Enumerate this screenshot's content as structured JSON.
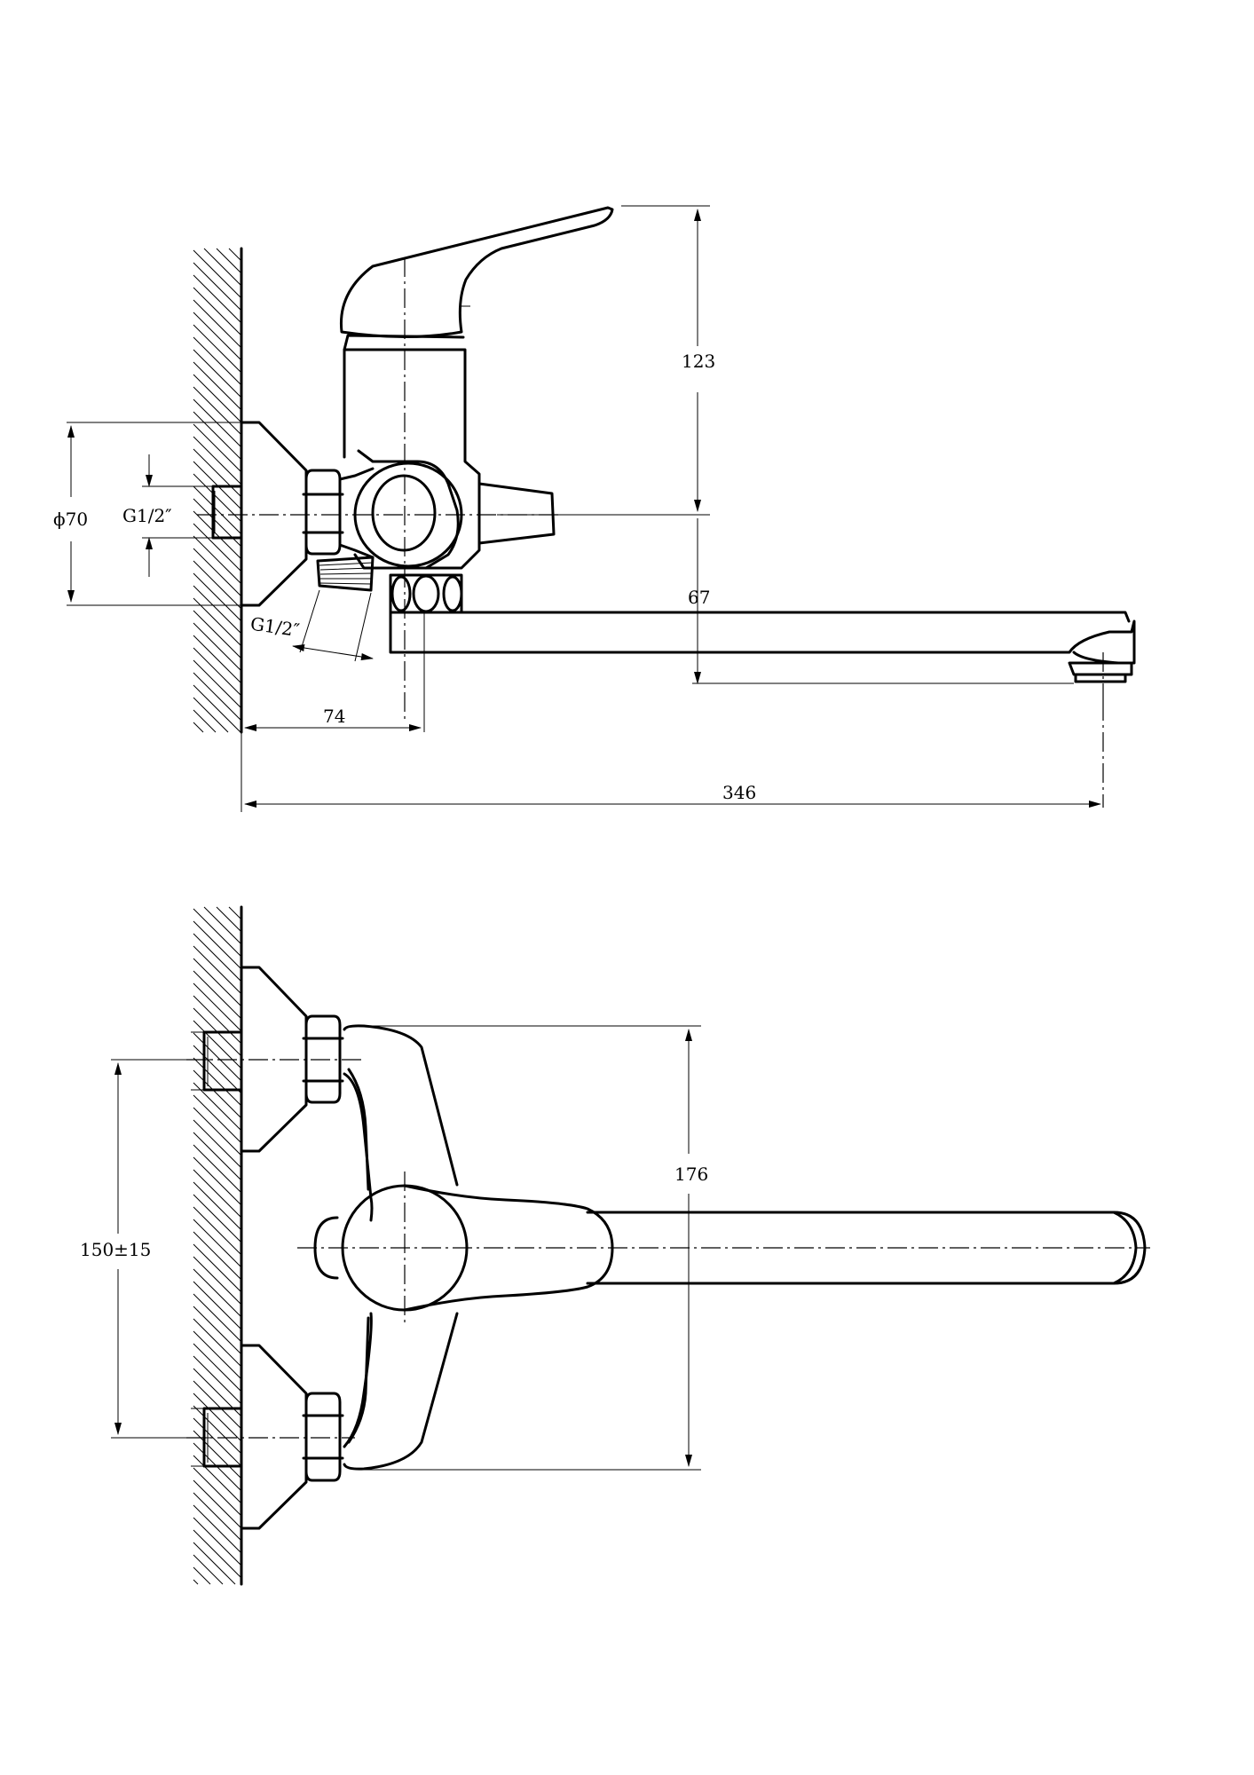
{
  "side_view": {
    "dim_height": "123",
    "dim_spout_height": "67",
    "dim_wall_to_axis": "74",
    "dim_total_reach": "346",
    "dim_flange_diameter": "ϕ70",
    "thread_inlet": "G1/2″",
    "thread_outlet": "G1/2″"
  },
  "top_view": {
    "dim_body_width": "176",
    "dim_inlet_spacing": "150±15"
  }
}
